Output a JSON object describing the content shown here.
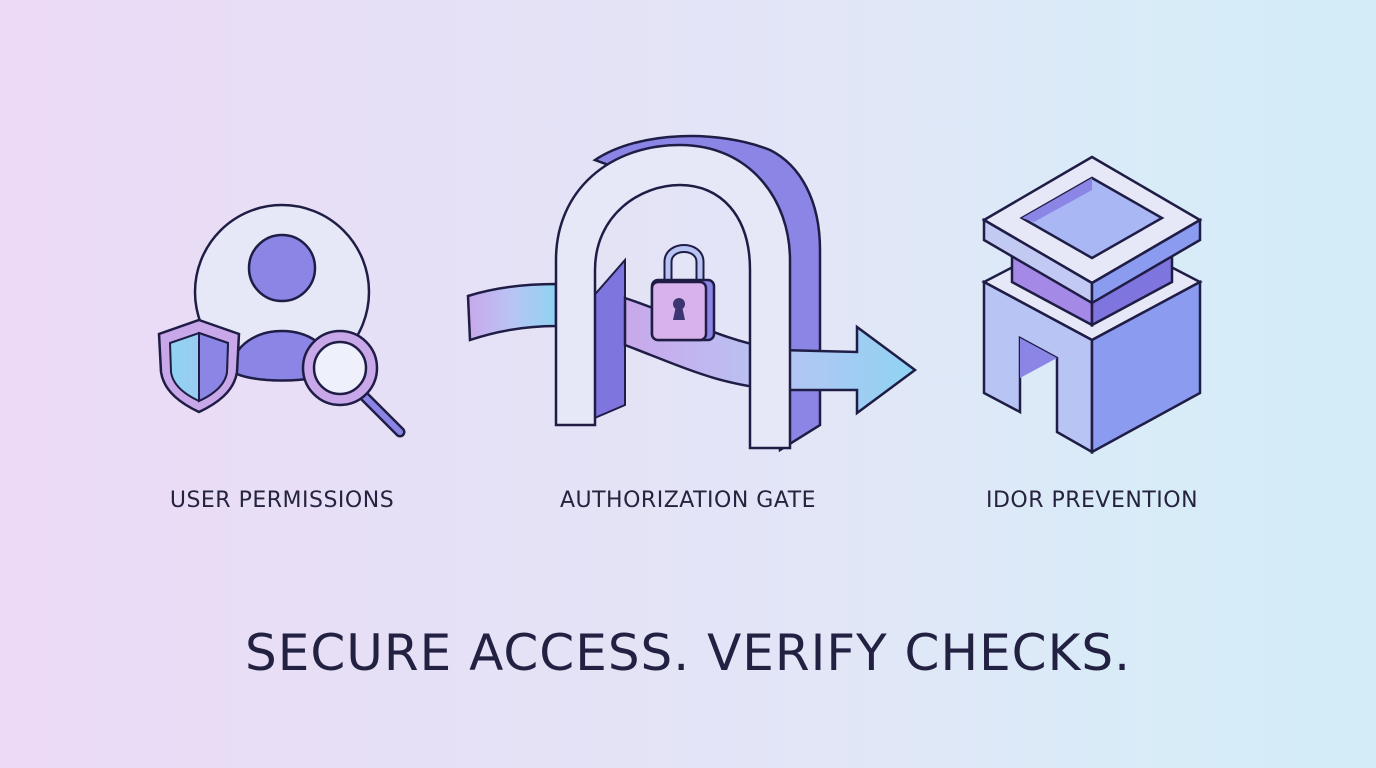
{
  "steps": [
    {
      "label": "USER PERMISSIONS",
      "icon": "user-permissions-icon"
    },
    {
      "label": "AUTHORIZATION GATE",
      "icon": "authorization-gate-icon"
    },
    {
      "label": "IDOR PREVENTION",
      "icon": "idor-prevention-icon"
    }
  ],
  "tagline": "SECURE ACCESS. VERIFY CHECKS.",
  "colors": {
    "outline": "#1f1d45",
    "violet": "#8b86e6",
    "lavender": "#c9a8ea",
    "pale": "#e6e8f8",
    "sky": "#8fd3f2"
  }
}
